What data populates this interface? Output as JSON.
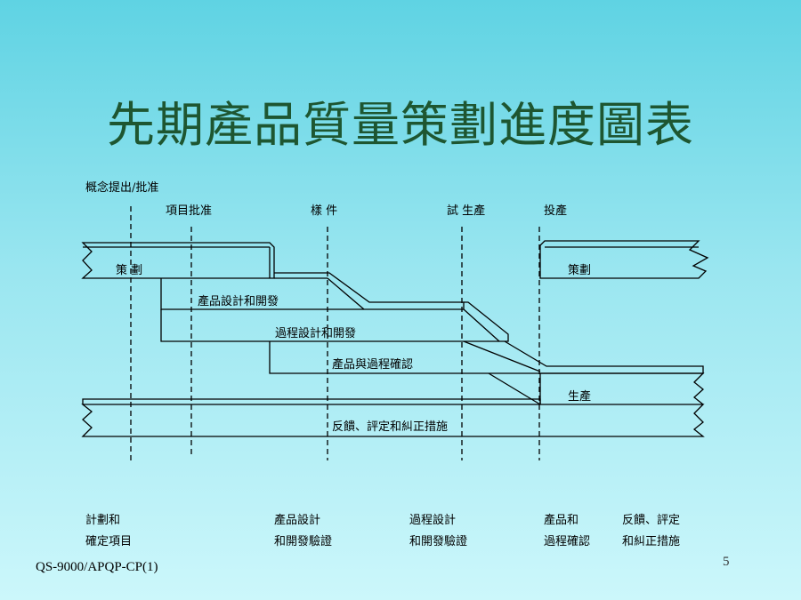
{
  "title": "先期產品質量策劃進度圖表",
  "milestones": {
    "concept": "概念提出/批准",
    "program_approval": "項目批准",
    "prototype": "樣 件",
    "pilot": "試 生產",
    "launch": "投產"
  },
  "bars": {
    "planning_left": "策 劃",
    "product_design": "產品設計和開發",
    "process_design": "過程設計和開發",
    "validation": "產品與過程確認",
    "planning_right": "策劃",
    "production": "生產",
    "feedback": "反饋、評定和糾正措施"
  },
  "phases": [
    {
      "line1": "計劃和",
      "line2": "確定項目"
    },
    {
      "line1": "產品設計",
      "line2": "和開發驗證"
    },
    {
      "line1": "過程設計",
      "line2": "和開發驗證"
    },
    {
      "line1": "產品和",
      "line2": "過程確認"
    },
    {
      "line1": "反饋、評定",
      "line2": "和糾正措施"
    }
  ],
  "footer": {
    "doc_code": "QS-9000/APQP-CP(1)",
    "page_number": "5"
  }
}
